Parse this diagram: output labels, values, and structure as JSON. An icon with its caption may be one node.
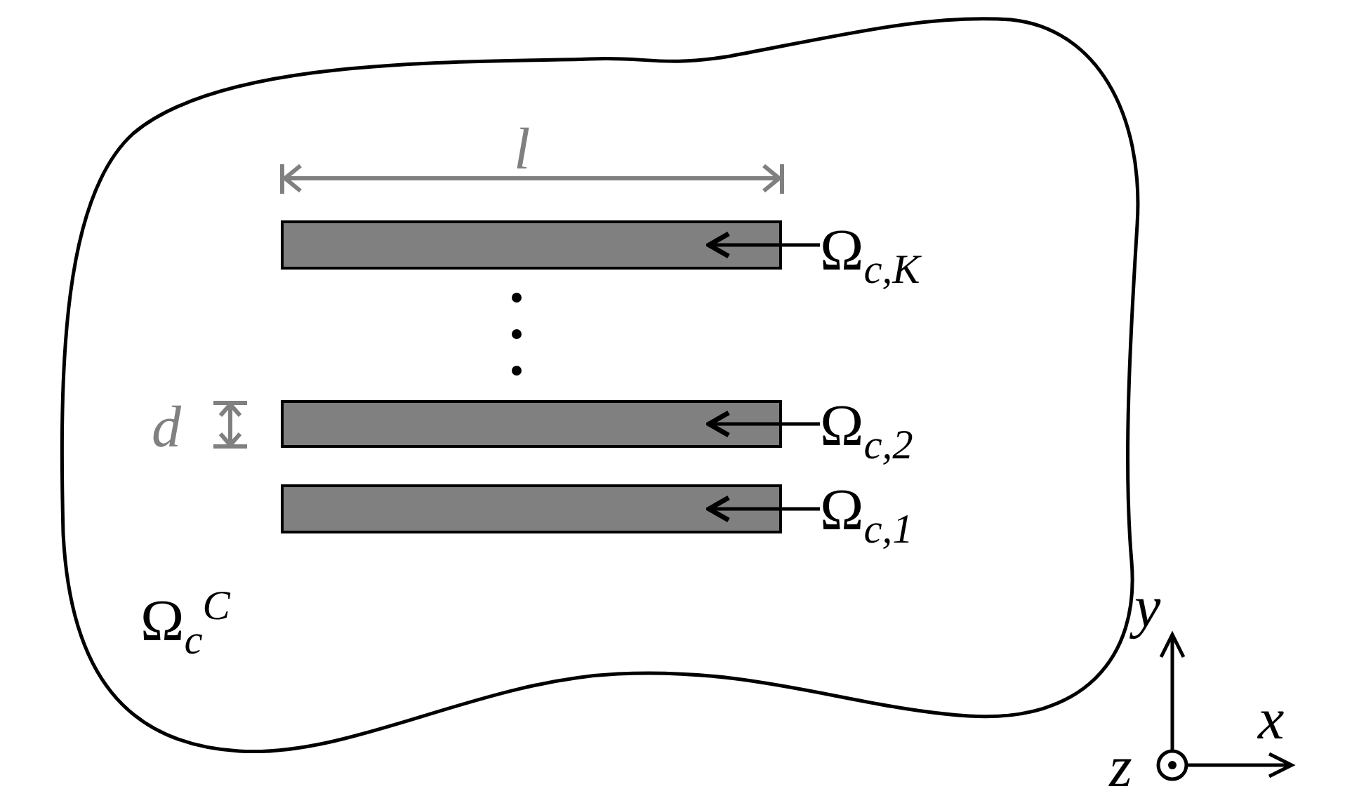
{
  "diagram": {
    "nodes": [
      {
        "text": [
          "Ω$_{c}$$^{C}$"
        ]
      },
      {
        "text": [],
        "shape": "bar",
        "in": 0
      },
      {
        "text": [
          "Ω$_{c,K}$"
        ],
        "in": 0
      },
      {
        "text": [],
        "shape": "bar",
        "in": 0
      },
      {
        "text": [
          "Ω$_{c,2}$"
        ],
        "in": 0
      },
      {
        "text": [],
        "shape": "bar",
        "in": 0
      },
      {
        "text": [
          "Ω$_{c,1}$"
        ],
        "in": 0
      }
    ],
    "edges": [
      {
        "from": 2,
        "to": 1,
        "arrow": "to"
      },
      {
        "from": 4,
        "to": 3,
        "arrow": "to"
      },
      {
        "from": 6,
        "to": 5,
        "arrow": "to"
      }
    ],
    "labels": [
      "l",
      "d",
      "y",
      "x",
      "z"
    ]
  }
}
